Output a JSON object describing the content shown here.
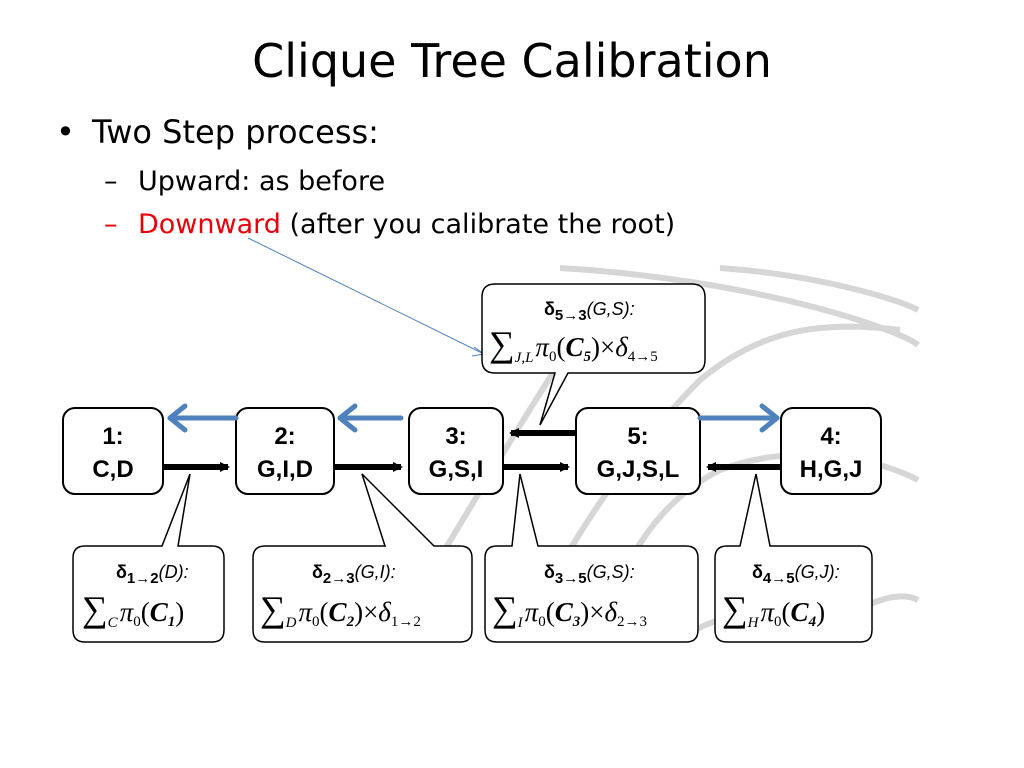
{
  "title": "Clique Tree Calibration",
  "bullets": {
    "main": "Two Step process:",
    "upward": "Upward: as before",
    "downward_red": "Downward",
    "downward_rest": " (after you calibrate the root)"
  },
  "cliques": [
    {
      "id": "1:",
      "vars": "C,D"
    },
    {
      "id": "2:",
      "vars": "G,I,D"
    },
    {
      "id": "3:",
      "vars": "G,S,I"
    },
    {
      "id": "5:",
      "vars": "G,J,S,L"
    },
    {
      "id": "4:",
      "vars": "H,G,J"
    }
  ],
  "messages": [
    {
      "delta": "δ",
      "sub": "1→2",
      "scope": "(D):",
      "sum_sub": "C",
      "pi_sub": "0",
      "clique": "C",
      "clique_sub": "1",
      "times_delta_sub": ""
    },
    {
      "delta": "δ",
      "sub": "2→3",
      "scope": "(G,I):",
      "sum_sub": "D",
      "pi_sub": "0",
      "clique": "C",
      "clique_sub": "2",
      "times_delta_sub": "1→2"
    },
    {
      "delta": "δ",
      "sub": "3→5",
      "scope": "(G,S):",
      "sum_sub": "I",
      "pi_sub": "0",
      "clique": "C",
      "clique_sub": "3",
      "times_delta_sub": "2→3"
    },
    {
      "delta": "δ",
      "sub": "4→5",
      "scope": "(G,J):",
      "sum_sub": "H",
      "pi_sub": "0",
      "clique": "C",
      "clique_sub": "4",
      "times_delta_sub": ""
    },
    {
      "delta": "δ",
      "sub": "5→3",
      "scope": "(G,S):",
      "sum_sub": "J,L",
      "pi_sub": "0",
      "clique": "C",
      "clique_sub": "5",
      "times_delta_sub": "4→5"
    }
  ],
  "symbols": {
    "sum": "∑",
    "pi": "π",
    "times": "×"
  },
  "colors": {
    "downward_text": "#e8000b",
    "downward_arrow": "#4f81bd",
    "pointer_line": "#4f81bd",
    "upward_arrow": "#000000"
  }
}
